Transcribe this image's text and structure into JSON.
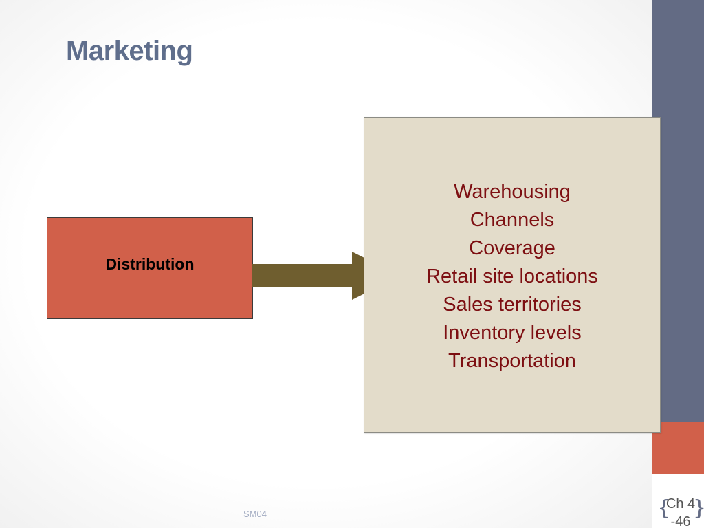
{
  "slide": {
    "title": "Marketing",
    "footer": "SM04",
    "page_number_line1": "Ch 4",
    "page_number_line2": "-46"
  },
  "diagram": {
    "source_label": "Distribution",
    "items": [
      "Warehousing",
      "Channels",
      "Coverage",
      "Retail site locations",
      "Sales territories",
      "Inventory levels",
      "Transportation"
    ]
  },
  "colors": {
    "title": "#5f6e8c",
    "band": "#636b84",
    "accent": "#d1604a",
    "arrow": "#6f5e2f",
    "list_box": "#e3dcca",
    "list_text": "#7d0f12"
  },
  "icons": {
    "connector": "right-arrow-icon"
  }
}
